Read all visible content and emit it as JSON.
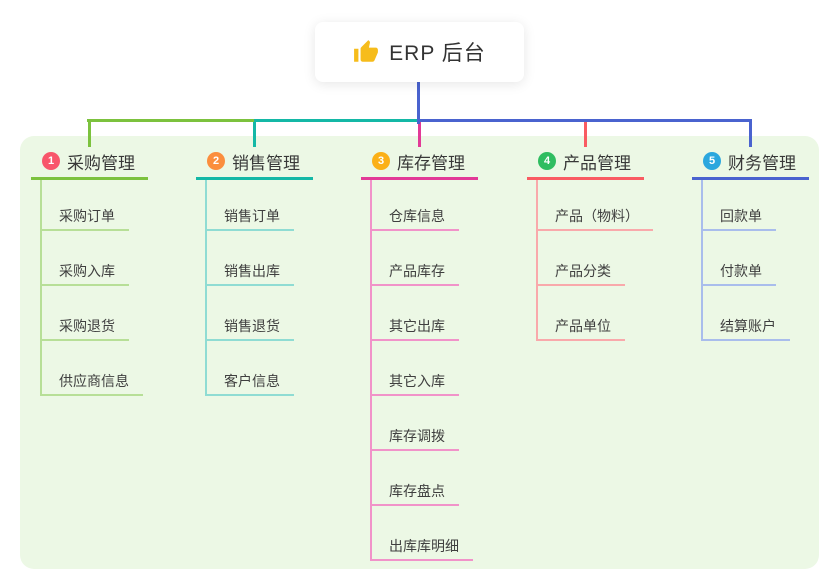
{
  "root": {
    "label": "ERP 后台",
    "icon": "thumbs-up-icon",
    "icon_color": "#f6bc1b"
  },
  "panel": {
    "bg": "#ecf8e5"
  },
  "connector": {
    "root_color": "#4a63cf"
  },
  "branches": [
    {
      "num": "1",
      "title": "采购管理",
      "badge_color": "#f8566b",
      "line_color": "#7cc23e",
      "light_color": "#b7df97",
      "children": [
        "采购订单",
        "采购入库",
        "采购退货",
        "供应商信息"
      ]
    },
    {
      "num": "2",
      "title": "销售管理",
      "badge_color": "#fb8e3d",
      "line_color": "#14b8a6",
      "light_color": "#8fdcd3",
      "children": [
        "销售订单",
        "销售出库",
        "销售退货",
        "客户信息"
      ]
    },
    {
      "num": "3",
      "title": "库存管理",
      "badge_color": "#fbb017",
      "line_color": "#e23a97",
      "light_color": "#f193c9",
      "children": [
        "仓库信息",
        "产品库存",
        "其它出库",
        "其它入库",
        "库存调拨",
        "库存盘点",
        "出库库明细"
      ]
    },
    {
      "num": "4",
      "title": "产品管理",
      "badge_color": "#2fbd60",
      "line_color": "#f95b62",
      "light_color": "#f9a9ab",
      "children": [
        "产品（物料）",
        "产品分类",
        "产品单位"
      ]
    },
    {
      "num": "5",
      "title": "财务管理",
      "badge_color": "#2ba7de",
      "line_color": "#4a63cf",
      "light_color": "#a9bdec",
      "children": [
        "回款单",
        "付款单",
        "结算账户"
      ]
    }
  ]
}
